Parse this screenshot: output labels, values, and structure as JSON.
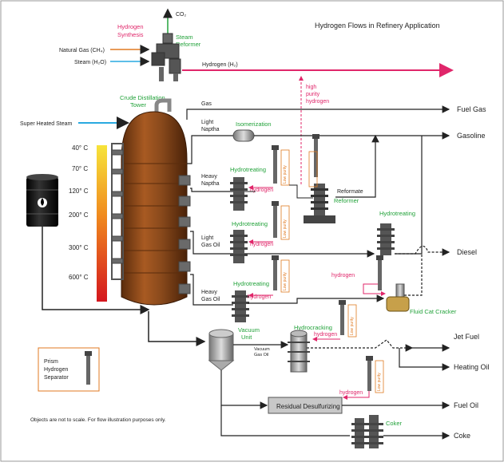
{
  "title": "Hydrogen Flows in Refinery Application",
  "footnote": "Objects are not to scale. For flow illustration purposes only.",
  "colors": {
    "hydrogen_line": "#e0266a",
    "green_label": "#22a23a",
    "orange_accent": "#e07a22",
    "steam_arrow": "#29a9e0",
    "tower": "#8a4a1c",
    "line": "#222222"
  },
  "steam_reformer": {
    "label_hydrogen": "Hydrogen",
    "label_synthesis": "Synthesis",
    "co2": "CO₂",
    "steam_label": "Steam",
    "reformer_label": "Reformer",
    "natural_gas": "Natural Gas (CH₄)",
    "steam_h2o": "Steam (H₂O)",
    "hydrogen_h2": "Hydrogen (H₂)",
    "high": "high",
    "purity": "purity",
    "hydrogen": "hydrogen"
  },
  "tower": {
    "label1": "Crude Distillation",
    "label2": "Tower",
    "super_heated_steam": "Super Heated Steam",
    "temps": [
      "40° C",
      "70° C",
      "120° C",
      "200° C",
      "300° C",
      "600° C"
    ]
  },
  "streams": {
    "gas": "Gas",
    "light": "Light",
    "naptha": "Naptha",
    "heavy": "Heavy",
    "gas_oil": "Gas Oil",
    "vacuum": "Vacuum",
    "unit": "Unit",
    "vacuum_gas_oil_1": "Vacuum",
    "vacuum_gas_oil_2": "Gas Oil"
  },
  "processes": {
    "isomerization": "Isomerization",
    "hydrotreating": "Hydrotreating",
    "reformate": "Reformate",
    "reformer": "Reformer",
    "hydrocracking": "Hydrocracking",
    "fluid_cat_cracker": "Fluid Cat Cracker",
    "residual_desulfurizing": "Residual Desulfurizing",
    "coker": "Coker",
    "hydrogen": "hydrogen",
    "low": "Low",
    "purity": "purity",
    "hydrogen_cap": "hydrogen"
  },
  "products": {
    "fuel_gas": "Fuel Gas",
    "gasoline": "Gasoline",
    "diesel": "Diesel",
    "jet_fuel": "Jet Fuel",
    "heating_oil": "Heating Oil",
    "fuel_oil": "Fuel Oil",
    "coke": "Coke"
  },
  "legend": {
    "line1": "Prism",
    "line2": "Hydrogen",
    "line3": "Separator"
  }
}
